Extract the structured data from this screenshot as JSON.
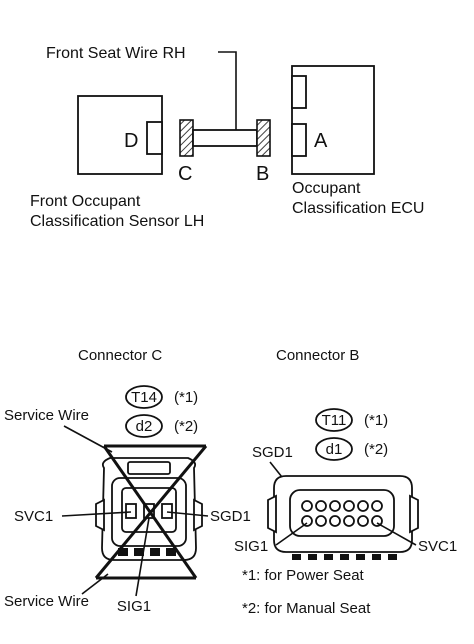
{
  "top": {
    "wire_label": "Front Seat Wire RH",
    "sensor_letter": "D",
    "ecu_letter": "A",
    "conn_c_letter": "C",
    "conn_b_letter": "B",
    "sensor_label_1": "Front Occupant",
    "sensor_label_2": "Classification Sensor LH",
    "ecu_label_1": "Occupant",
    "ecu_label_2": "Classification ECU"
  },
  "connector_c": {
    "title": "Connector C",
    "code_power": "T14",
    "code_manual": "d2",
    "note_power": "(*1)",
    "note_manual": "(*2)",
    "service_wire_top": "Service Wire",
    "service_wire_bottom": "Service Wire",
    "pin_left": "SVC1",
    "pin_right": "SGD1",
    "pin_bottom": "SIG1"
  },
  "connector_b": {
    "title": "Connector B",
    "code_power": "T11",
    "code_manual": "d1",
    "note_power": "(*1)",
    "note_manual": "(*2)",
    "pin_top_left": "SGD1",
    "pin_bottom_left": "SIG1",
    "pin_bottom_right": "SVC1"
  },
  "notes": {
    "power": "*1: for Power Seat",
    "manual": "*2: for Manual Seat"
  }
}
